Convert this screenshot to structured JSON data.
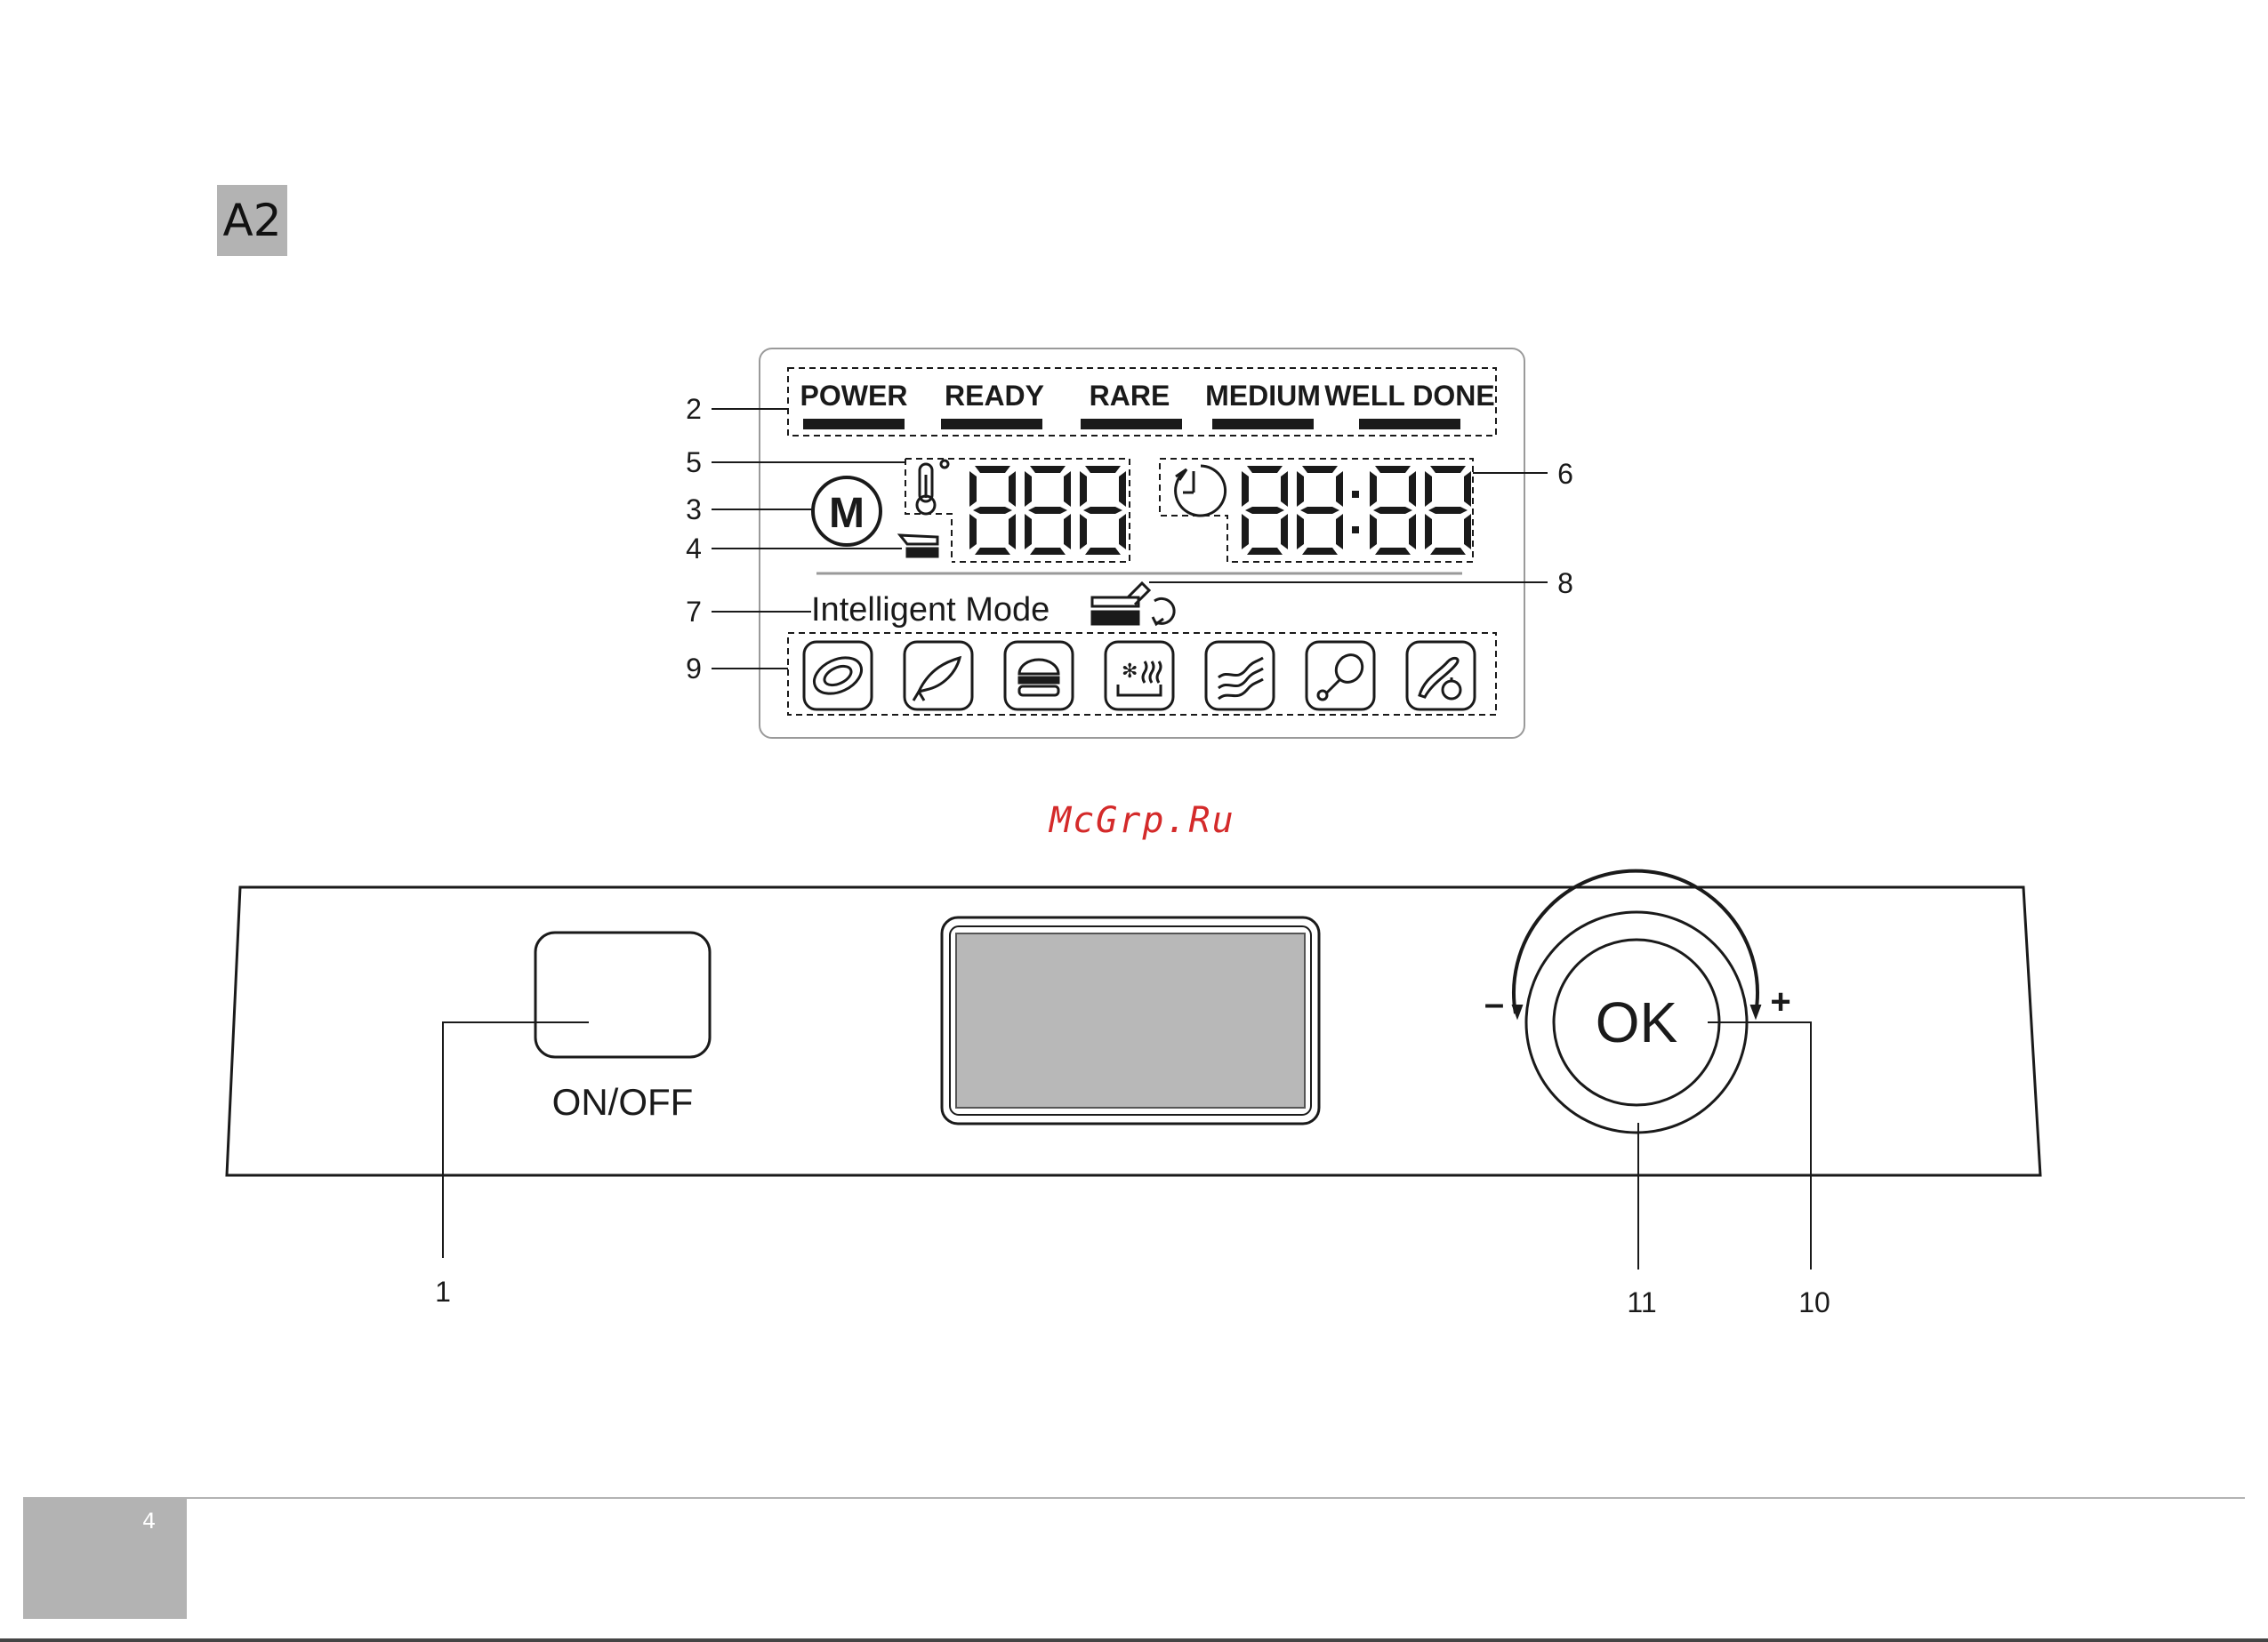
{
  "section_tag": "A2",
  "watermark": "McGrp.Ru",
  "page_number": "4",
  "lcd": {
    "labels": [
      "POWER",
      "READY",
      "RARE",
      "MEDIUM",
      "WELL DONE"
    ],
    "mode_symbol": "M",
    "temp_digits": "888",
    "time_digits": "88:88",
    "intelligent_mode": "Intelligent Mode",
    "food_icons": [
      "steak-icon",
      "fish-icon",
      "burger-icon",
      "frozen-food-icon",
      "bacon-icon",
      "chicken-leg-icon",
      "sausage-vegetable-icon"
    ]
  },
  "callouts": {
    "c1": "1",
    "c2": "2",
    "c3": "3",
    "c4": "4",
    "c5": "5",
    "c6": "6",
    "c7": "7",
    "c8": "8",
    "c9": "9",
    "c10": "10",
    "c11": "11"
  },
  "panel": {
    "onoff_label": "ON/OFF",
    "ok_label": "OK",
    "minus": "–",
    "plus": "+"
  },
  "colors": {
    "ink": "#1a1a1a",
    "gray_fill": "#b8b8b8",
    "watermark": "#d42a2a"
  }
}
